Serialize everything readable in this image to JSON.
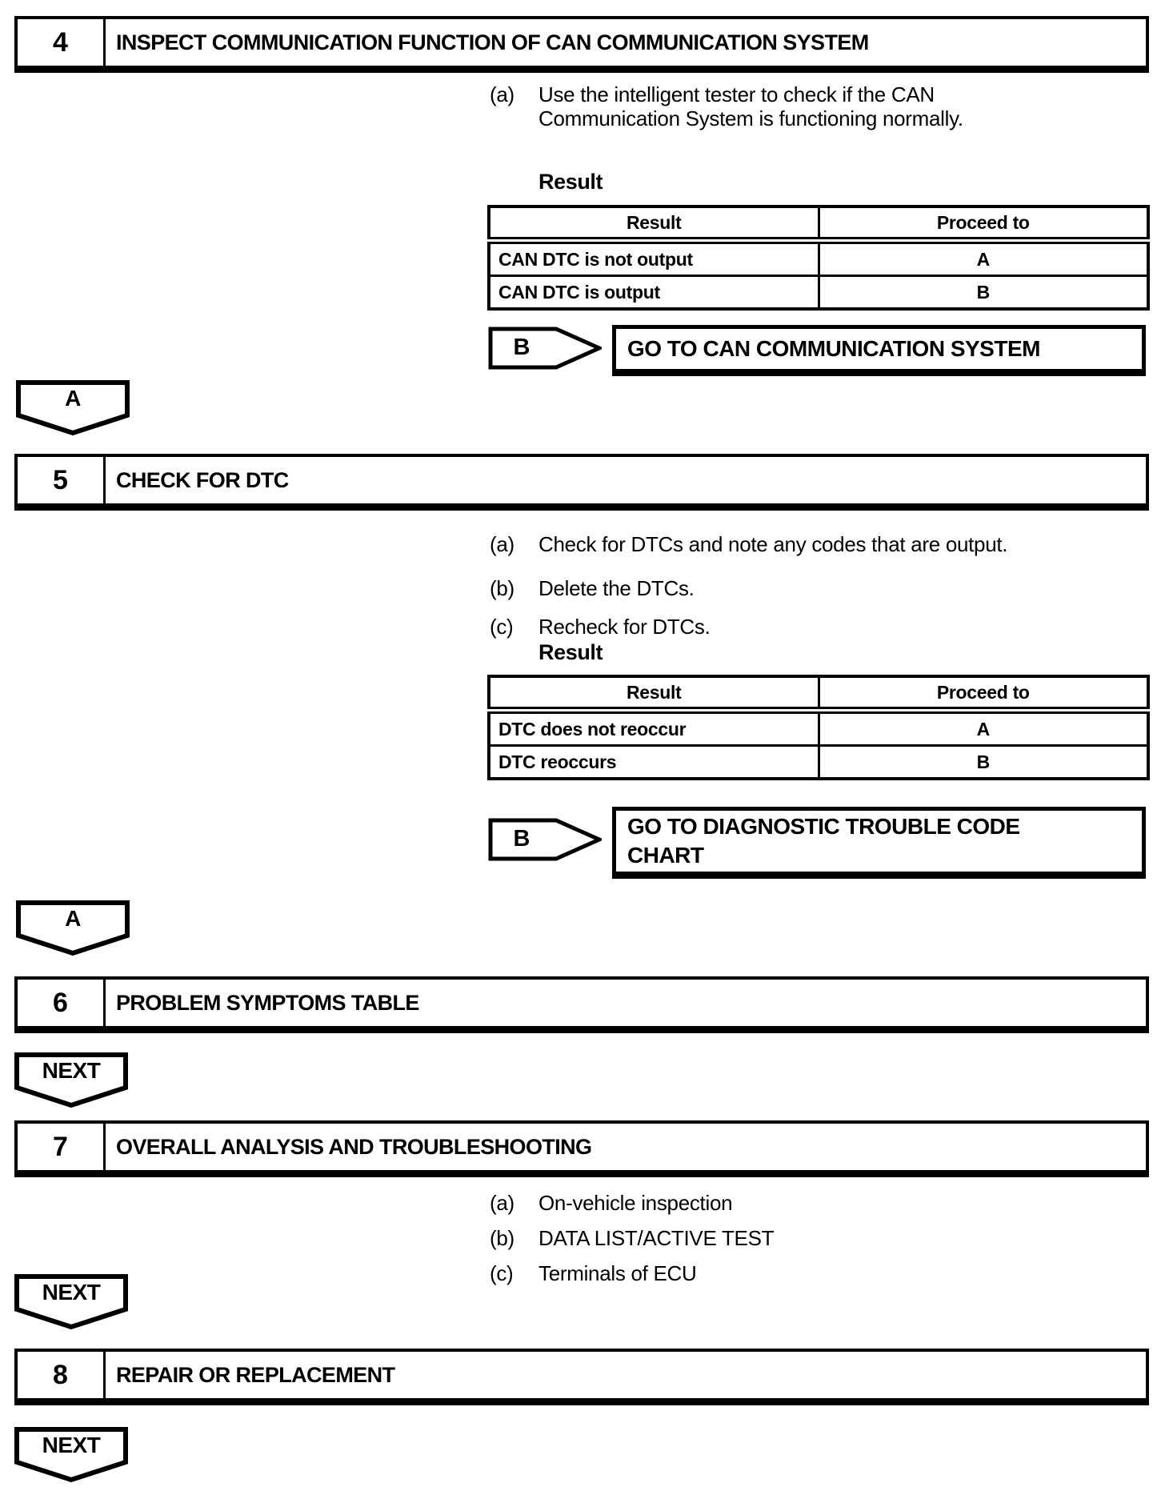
{
  "colors": {
    "ink": "#000000",
    "paper": "#ffffff"
  },
  "step4": {
    "number": "4",
    "title": "INSPECT COMMUNICATION FUNCTION OF CAN COMMUNICATION SYSTEM",
    "items": [
      {
        "marker": "(a)",
        "line1": "Use the intelligent tester to check if the CAN",
        "line2": "Communication System is functioning normally."
      }
    ],
    "result_heading": "Result",
    "table": {
      "header_result": "Result",
      "header_proceed": "Proceed to",
      "rows": [
        {
          "result": "CAN DTC is not output",
          "proceed": "A"
        },
        {
          "result": "CAN DTC is output",
          "proceed": "B"
        }
      ]
    },
    "b_connector": "B",
    "goto_line1": "GO TO CAN COMMUNICATION SYSTEM",
    "a_connector": "A"
  },
  "step5": {
    "number": "5",
    "title": "CHECK FOR DTC",
    "items": [
      {
        "marker": "(a)",
        "text": "Check for DTCs and note any codes that are output."
      },
      {
        "marker": "(b)",
        "text": "Delete the DTCs."
      },
      {
        "marker": "(c)",
        "text": "Recheck for DTCs."
      }
    ],
    "result_heading": "Result",
    "table": {
      "header_result": "Result",
      "header_proceed": "Proceed to",
      "rows": [
        {
          "result": "DTC does not reoccur",
          "proceed": "A"
        },
        {
          "result": "DTC reoccurs",
          "proceed": "B"
        }
      ]
    },
    "b_connector": "B",
    "goto_line1": "GO TO DIAGNOSTIC TROUBLE CODE",
    "goto_line2": "CHART",
    "a_connector": "A"
  },
  "step6": {
    "number": "6",
    "title": "PROBLEM SYMPTOMS TABLE",
    "next_connector": "NEXT"
  },
  "step7": {
    "number": "7",
    "title": "OVERALL ANALYSIS AND TROUBLESHOOTING",
    "items": [
      {
        "marker": "(a)",
        "text": "On-vehicle inspection"
      },
      {
        "marker": "(b)",
        "text": "DATA LIST/ACTIVE TEST"
      },
      {
        "marker": "(c)",
        "text": "Terminals of ECU"
      }
    ],
    "next_connector": "NEXT"
  },
  "step8": {
    "number": "8",
    "title": "REPAIR OR REPLACEMENT",
    "next_connector": "NEXT"
  }
}
